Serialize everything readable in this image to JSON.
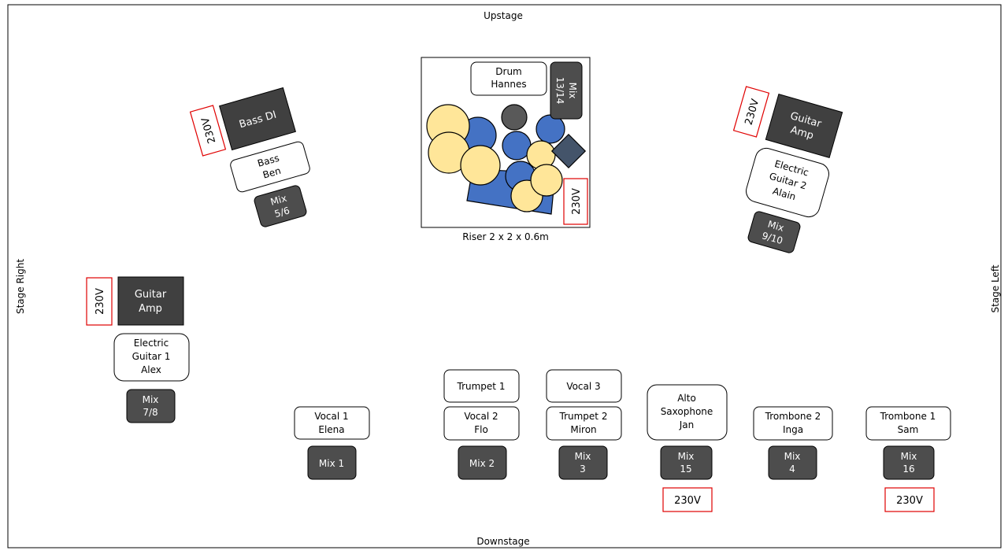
{
  "orientation": {
    "upstage": "Upstage",
    "downstage": "Downstage",
    "stage_right": "Stage Right",
    "stage_left": "Stage Left"
  },
  "colors": {
    "border": "#000000",
    "dark_box": "#404040",
    "mix_box": "#4d4d4d",
    "power_border": "#e00000",
    "drum_blue": "#4472c4",
    "drum_yellow": "#ffe699",
    "drum_gray": "#595959",
    "drum_slate": "#44546a"
  },
  "riser": {
    "caption": "Riser 2 x 2 x 0.6m",
    "drummer": [
      "Drum",
      "Hannes"
    ],
    "monitor": [
      "Mix",
      "13/14"
    ],
    "power": "230V"
  },
  "bass": {
    "di": "Bass DI",
    "power": "230V",
    "musician": [
      "Bass",
      "Ben"
    ],
    "monitor": [
      "Mix",
      "5/6"
    ]
  },
  "guitar2": {
    "amp": [
      "Guitar",
      "Amp"
    ],
    "power": "230V",
    "musician": [
      "Electric",
      "Guitar 2",
      "Alain"
    ],
    "monitor": [
      "Mix",
      "9/10"
    ]
  },
  "guitar1": {
    "amp": [
      "Guitar",
      "Amp"
    ],
    "power": "230V",
    "musician": [
      "Electric",
      "Guitar 1",
      "Alex"
    ],
    "monitor": [
      "Mix",
      "7/8"
    ]
  },
  "front_line": {
    "vocal1": {
      "musician": [
        "Vocal 1",
        "Elena"
      ],
      "monitor": [
        "Mix 1"
      ]
    },
    "trumpet1": {
      "musician": [
        "Trumpet 1"
      ]
    },
    "vocal2": {
      "musician": [
        "Vocal 2",
        "Flo"
      ],
      "monitor": [
        "Mix 2"
      ]
    },
    "vocal3": {
      "musician": [
        "Vocal 3"
      ]
    },
    "trumpet2": {
      "musician": [
        "Trumpet 2",
        "Miron"
      ],
      "monitor": [
        "Mix",
        "3"
      ]
    },
    "sax": {
      "musician": [
        "Alto",
        "Saxophone",
        "Jan"
      ],
      "monitor": [
        "Mix",
        "15"
      ],
      "power": "230V"
    },
    "trombone2": {
      "musician": [
        "Trombone 2",
        "Inga"
      ],
      "monitor": [
        "Mix",
        "4"
      ]
    },
    "trombone1": {
      "musician": [
        "Trombone 1",
        "Sam"
      ],
      "monitor": [
        "Mix",
        "16"
      ],
      "power": "230V"
    }
  }
}
